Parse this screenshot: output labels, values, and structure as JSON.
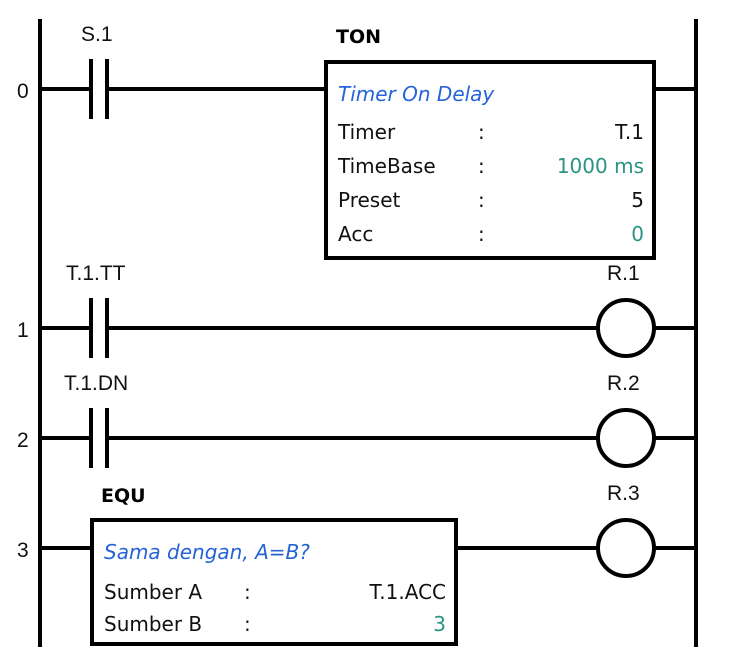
{
  "diagram": {
    "type": "ladder-logic",
    "rungs": [
      {
        "number": "0",
        "contact": {
          "label": "S.1",
          "type": "normally-open"
        },
        "block": {
          "title": "TON",
          "description": "Timer On Delay",
          "fields": [
            {
              "key": "Timer",
              "sep": ":",
              "value": "T.1",
              "highlight": false
            },
            {
              "key": "TimeBase",
              "sep": ":",
              "value": "1000 ms",
              "highlight": true
            },
            {
              "key": "Preset",
              "sep": ":",
              "value": "5",
              "highlight": false
            },
            {
              "key": "Acc",
              "sep": ":",
              "value": "0",
              "highlight": true
            }
          ]
        }
      },
      {
        "number": "1",
        "contact": {
          "label": "T.1.TT",
          "type": "normally-open"
        },
        "coil": {
          "label": "R.1"
        }
      },
      {
        "number": "2",
        "contact": {
          "label": "T.1.DN",
          "type": "normally-open"
        },
        "coil": {
          "label": "R.2"
        }
      },
      {
        "number": "3",
        "block": {
          "title": "EQU",
          "description": "Sama dengan, A=B?",
          "fields": [
            {
              "key": "Sumber A",
              "sep": ":",
              "value": "T.1.ACC",
              "highlight": false
            },
            {
              "key": "Sumber B",
              "sep": ":",
              "value": "3",
              "highlight": true
            }
          ]
        },
        "coil": {
          "label": "R.3"
        }
      }
    ]
  },
  "colors": {
    "line": "#000000",
    "description": "#2563d6",
    "live_value": "#2a9483"
  }
}
